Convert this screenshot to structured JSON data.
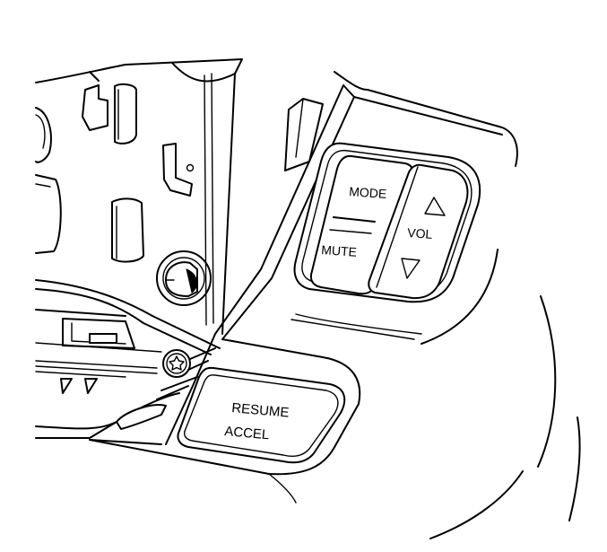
{
  "labels": {
    "mode": "MODE",
    "mute": "MUTE",
    "vol": "VOL",
    "resume": "RESUME",
    "accel": "ACCEL"
  },
  "icons": {
    "vol_up": "triangle-up-outline-icon",
    "vol_down": "triangle-down-outline-icon",
    "screw": "star-screw-icon"
  },
  "colors": {
    "line": "#000000",
    "background": "#ffffff"
  }
}
